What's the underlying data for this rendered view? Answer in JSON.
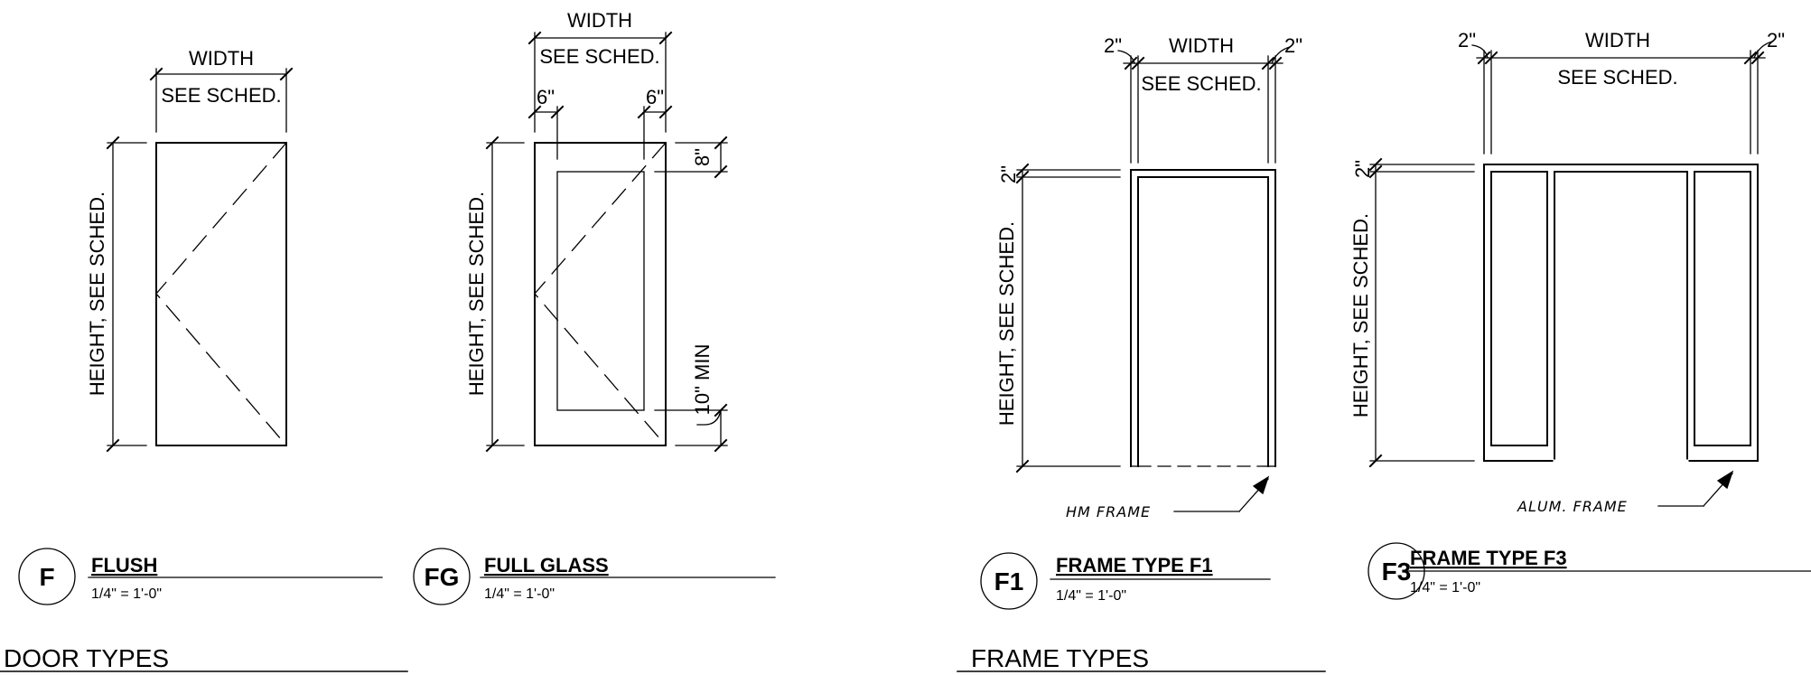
{
  "door_types": {
    "section_title": "DOOR TYPES",
    "flush": {
      "tag": "F",
      "title": "FLUSH",
      "scale": "1/4\" = 1'-0\"",
      "width_label": "WIDTH",
      "width_value": "SEE SCHED.",
      "height_label": "HEIGHT, SEE SCHED."
    },
    "full_glass": {
      "tag": "FG",
      "title": "FULL GLASS",
      "scale": "1/4\" = 1'-0\"",
      "width_label": "WIDTH",
      "width_value": "SEE SCHED.",
      "height_label": "HEIGHT, SEE SCHED.",
      "left_offset": "6\"",
      "right_offset": "6\"",
      "top_offset": "8\"",
      "bottom_offset": "10\" MIN"
    }
  },
  "frame_types": {
    "section_title": "FRAME TYPES",
    "f1": {
      "tag": "F1",
      "title": "FRAME TYPE F1",
      "scale": "1/4\" = 1'-0\"",
      "width_label": "WIDTH",
      "width_value": "SEE SCHED.",
      "height_label": "HEIGHT, SEE SCHED.",
      "left_dim": "2\"",
      "right_dim": "2\"",
      "top_dim": "2\"",
      "note": "HM FRAME"
    },
    "f3": {
      "tag": "F3",
      "title": "FRAME TYPE F3",
      "scale": "1/4\" = 1'-0\"",
      "width_label": "WIDTH",
      "width_value": "SEE SCHED.",
      "height_label": "HEIGHT, SEE SCHED.",
      "left_dim": "2\"",
      "right_dim": "2\"",
      "top_dim": "2\"",
      "note": "ALUM. FRAME"
    }
  }
}
